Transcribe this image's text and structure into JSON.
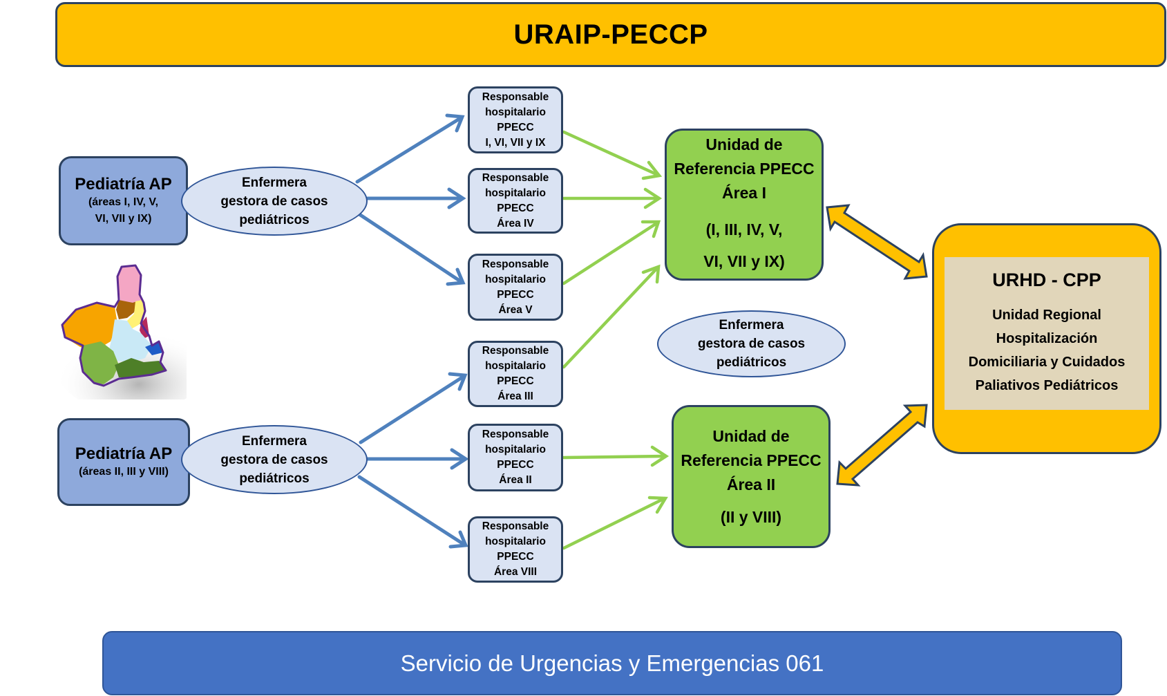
{
  "header": {
    "title": "URAIP-PECCP"
  },
  "pediatria": [
    {
      "title": "Pediatría AP",
      "areas_lines": [
        "(áreas I, IV, V,",
        "VI, VII y IX)"
      ]
    },
    {
      "title": "Pediatría AP",
      "areas_lines": [
        "(áreas II, III y VIII)"
      ]
    }
  ],
  "enfermera": {
    "lines": [
      "Enfermera",
      "gestora de casos",
      "pediátricos"
    ]
  },
  "responsables": [
    {
      "lines": [
        "Responsable",
        "hospitalario",
        "PPECC",
        "I, VI, VII y IX"
      ]
    },
    {
      "lines": [
        "Responsable",
        "hospitalario",
        "PPECC",
        "Área IV"
      ]
    },
    {
      "lines": [
        "Responsable",
        "hospitalario",
        "PPECC",
        "Área V"
      ]
    },
    {
      "lines": [
        "Responsable",
        "hospitalario",
        "PPECC",
        "Área III"
      ]
    },
    {
      "lines": [
        "Responsable",
        "hospitalario",
        "PPECC",
        "Área II"
      ]
    },
    {
      "lines": [
        "Responsable",
        "hospitalario",
        "PPECC",
        "Área VIII"
      ]
    }
  ],
  "unidades": [
    {
      "lines": [
        "Unidad de",
        "Referencia PPECC",
        "Área I"
      ],
      "areas_lines": [
        "(I, III, IV, V,",
        "VI, VII y IX)"
      ]
    },
    {
      "lines": [
        "Unidad de",
        "Referencia PPECC",
        "Área II"
      ],
      "areas_lines": [
        "(II y VIII)"
      ]
    }
  ],
  "urhd": {
    "title": "URHD - CPP",
    "lines": [
      "Unidad Regional",
      "Hospitalización",
      "Domiciliaria y Cuidados",
      "Paliativos Pediátricos"
    ]
  },
  "footer": {
    "label": "Servicio de Urgencias y Emergencias 061"
  },
  "colors": {
    "header": "#FFC000",
    "pediatria": "#8EA9DB",
    "light_blue": "#DAE3F3",
    "unidad": "#92D050",
    "blue_arrow": "#4F81BD",
    "green_arrow": "#92D050",
    "urhd_inner": "#E1D6BA",
    "footer": "#4472C4",
    "outline": "#2C4260"
  },
  "icons": {
    "region_map": "murcia-region-map-icon"
  }
}
